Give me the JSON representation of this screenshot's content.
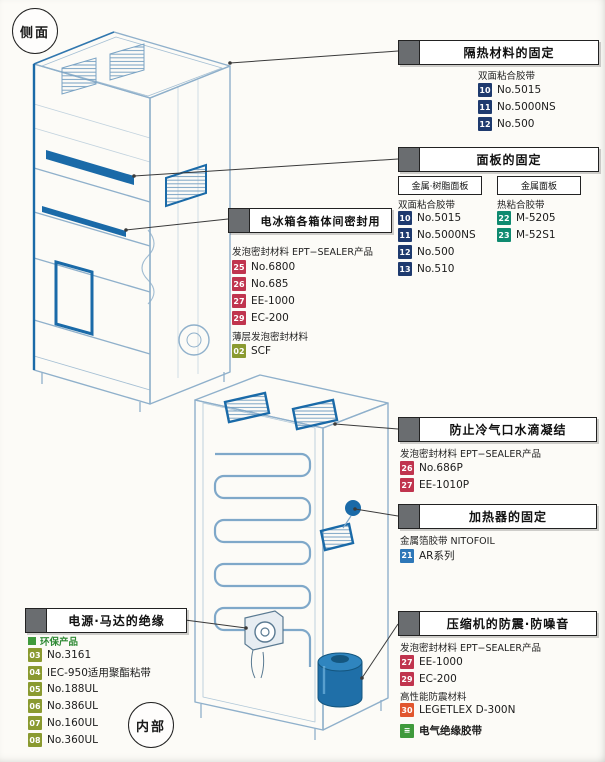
{
  "labels": {
    "side_view": "侧面",
    "internal": "内部"
  },
  "colors": {
    "navy": "#1e3a6e",
    "teal": "#0f8a70",
    "red": "#c0344e",
    "olive": "#8a9a30",
    "blue": "#2d77b8",
    "orange": "#e1562e",
    "green": "#3f9a3c",
    "headerBlock": "#6a6d70",
    "lineBlue": "#8fb0cb",
    "accentBlue": "#1a6aa8"
  },
  "icons": {
    "electrical_tape_badge_glyph": "≡"
  },
  "callout_insulation": {
    "title": "隔热材料的固定",
    "tape_label": "双面粘合胶带",
    "items": [
      {
        "num": "10",
        "name": "No.5015"
      },
      {
        "num": "11",
        "name": "No.5000NS"
      },
      {
        "num": "12",
        "name": "No.500"
      }
    ]
  },
  "callout_panel": {
    "title": "面板的固定",
    "col1": {
      "header": "金属·树脂面板",
      "tape_label": "双面粘合胶带",
      "items": [
        {
          "num": "10",
          "name": "No.5015"
        },
        {
          "num": "11",
          "name": "No.5000NS"
        },
        {
          "num": "12",
          "name": "No.500"
        },
        {
          "num": "13",
          "name": "No.510"
        }
      ]
    },
    "col2": {
      "header": "金属面板",
      "tape_label": "热粘合胶带",
      "items": [
        {
          "num": "22",
          "name": "M-5205"
        },
        {
          "num": "23",
          "name": "M-52S1"
        }
      ]
    }
  },
  "callout_seal": {
    "title": "电冰箱各箱体间密封用",
    "label1": "发泡密封材料 EPT−SEALER产品",
    "items1": [
      {
        "num": "25",
        "name": "No.6800"
      },
      {
        "num": "26",
        "name": "No.685"
      },
      {
        "num": "27",
        "name": "EE-1000"
      },
      {
        "num": "29",
        "name": "EC-200"
      }
    ],
    "label2": "薄层发泡密封材料",
    "items2": [
      {
        "num": "02",
        "name": "SCF"
      }
    ]
  },
  "callout_condensation": {
    "title": "防止冷气口水滴凝结",
    "label": "发泡密封材料 EPT−SEALER产品",
    "items": [
      {
        "num": "26",
        "name": "No.686P"
      },
      {
        "num": "27",
        "name": "EE-1010P"
      }
    ]
  },
  "callout_heater": {
    "title": "加热器的固定",
    "label": "金属箔胶带 NITOFOIL",
    "items": [
      {
        "num": "21",
        "name": "AR系列"
      }
    ]
  },
  "callout_power": {
    "title": "电源·马达的绝缘",
    "label": "环保产品",
    "items": [
      {
        "num": "03",
        "name": "No.3161"
      },
      {
        "num": "04",
        "name": "IEC-950适用聚酯粘带"
      },
      {
        "num": "05",
        "name": "No.188UL"
      },
      {
        "num": "06",
        "name": "No.386UL"
      },
      {
        "num": "07",
        "name": "No.160UL"
      },
      {
        "num": "08",
        "name": "No.360UL"
      }
    ]
  },
  "callout_compressor": {
    "title": "压缩机的防震·防噪音",
    "label1": "发泡密封材料 EPT−SEALER产品",
    "items1": [
      {
        "num": "27",
        "name": "EE-1000"
      },
      {
        "num": "29",
        "name": "EC-200"
      }
    ],
    "label2": "高性能防震材料",
    "items2": [
      {
        "num": "30",
        "name": "LEGETLEX D-300N"
      }
    ],
    "extra": {
      "name": "电气绝缘胶带"
    }
  }
}
